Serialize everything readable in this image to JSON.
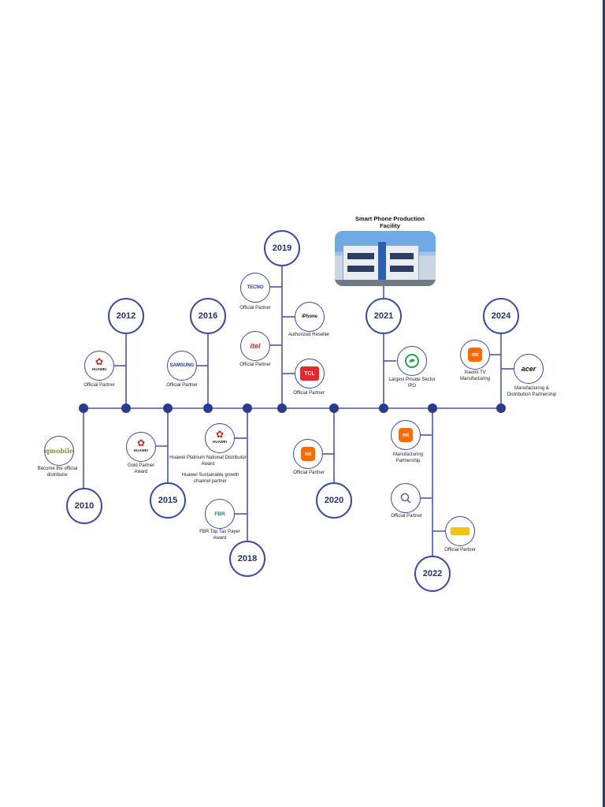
{
  "years": {
    "y2010": "2010",
    "y2012": "2012",
    "y2015": "2015",
    "y2016": "2016",
    "y2018": "2018",
    "y2019": "2019",
    "y2020": "2020",
    "y2021": "2021",
    "y2022": "2022",
    "y2024": "2024"
  },
  "logos": {
    "huawei": "HUAWEI",
    "samsung": "SAMSUNG",
    "tecno": "TECNO",
    "iphone": "iPhone",
    "itel": "itel",
    "tcl": "TCL",
    "mi": "mi",
    "fbr": "FBR",
    "acer": "acer",
    "qmobile": "qmobile"
  },
  "captions": {
    "c2010": "Become the official distributor",
    "c2012": "Official Partner",
    "c2015": "Gold Partner Award",
    "c2016": "Official Partner",
    "c2018_a": "Huawei Platinum National Distributor Award",
    "c2018_b": "Huawei Sustainable growth channel partner",
    "c2018_c": "FBR Top Tax Payer Award",
    "c2019_tecno": "Official Partner",
    "c2019_iphone": "Authorized Reseller",
    "c2019_itel": "Official Partner",
    "c2019_tcl": "Official Partner",
    "c2020": "Official Partner",
    "c2021": "Largest Private Sector IPO",
    "c2022_a": "Manufacturing Partnership",
    "c2022_b": "Official Partner",
    "c2022_c": "Official Partner",
    "c2024_a": "Xiaomi TV Manufacturing",
    "c2024_b": "Manufacturing & Distribution Partnership"
  },
  "facility_title": "Smart Phone Production Facility",
  "colors": {
    "line": "#3b4aa8",
    "node": "#2b3a8f"
  }
}
